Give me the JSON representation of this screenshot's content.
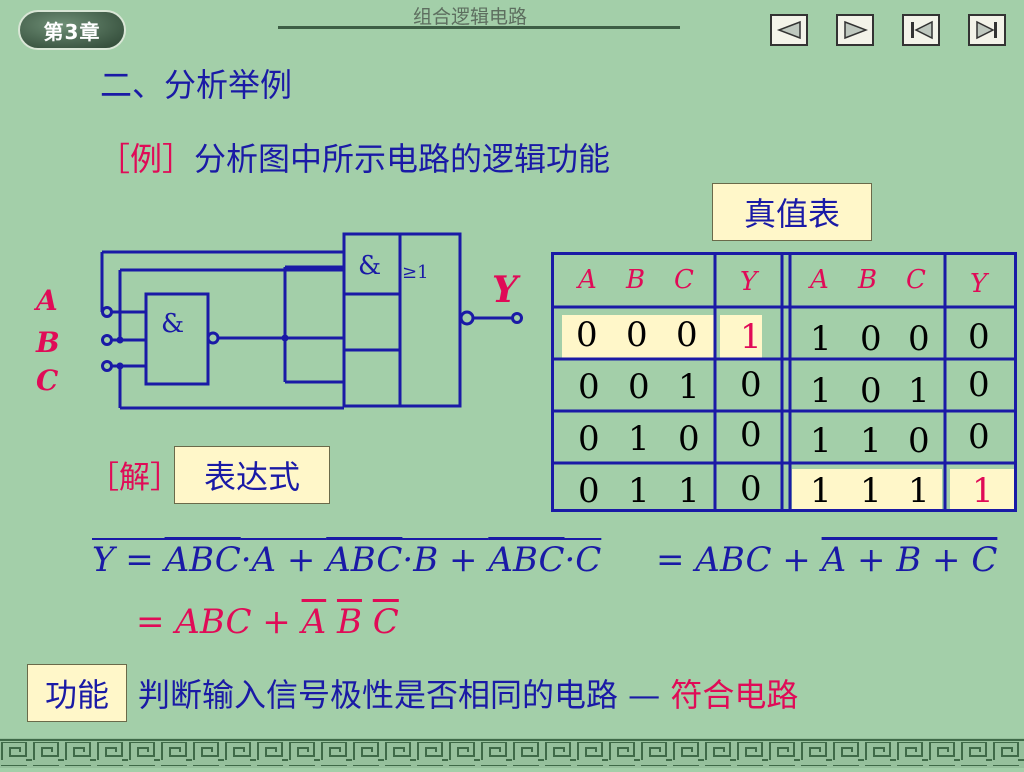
{
  "header": {
    "chapter": "第3章",
    "title": "组合逻辑电路",
    "nav": [
      "prev",
      "next",
      "first",
      "last"
    ]
  },
  "heading": "二、分析举例",
  "example": {
    "tag": "［例］",
    "text": "分析图中所示电路的逻辑功能"
  },
  "truth_table": {
    "title": "真值表",
    "headers_left": [
      "A",
      "B",
      "C",
      "Y"
    ],
    "headers_right": [
      "A",
      "B",
      "C",
      "Y"
    ],
    "rows": [
      {
        "left": [
          "0",
          "0",
          "0"
        ],
        "ly": "1",
        "right": [
          "1",
          "0",
          "0"
        ],
        "ry": "0"
      },
      {
        "left": [
          "0",
          "0",
          "1"
        ],
        "ly": "0",
        "right": [
          "1",
          "0",
          "1"
        ],
        "ry": "0"
      },
      {
        "left": [
          "0",
          "1",
          "0"
        ],
        "ly": "0",
        "right": [
          "1",
          "1",
          "0"
        ],
        "ry": "0"
      },
      {
        "left": [
          "0",
          "1",
          "1"
        ],
        "ly": "0",
        "right": [
          "1",
          "1",
          "1"
        ],
        "ry": "1"
      }
    ]
  },
  "circuit": {
    "inputs": [
      "A",
      "B",
      "C"
    ],
    "output": "Y",
    "and_gate": "&",
    "aoi_and": "&",
    "aoi_or": "≥1"
  },
  "solution": {
    "tag": "［解］",
    "expr_label": "表达式"
  },
  "function": {
    "label": "功能",
    "text": "判断输入信号极性是否相同的电路 —",
    "result": "符合电路"
  },
  "colors": {
    "background": "#a3cfa9",
    "blue": "#1a1aa6",
    "red": "#e00b57",
    "box": "#fff7c9"
  }
}
